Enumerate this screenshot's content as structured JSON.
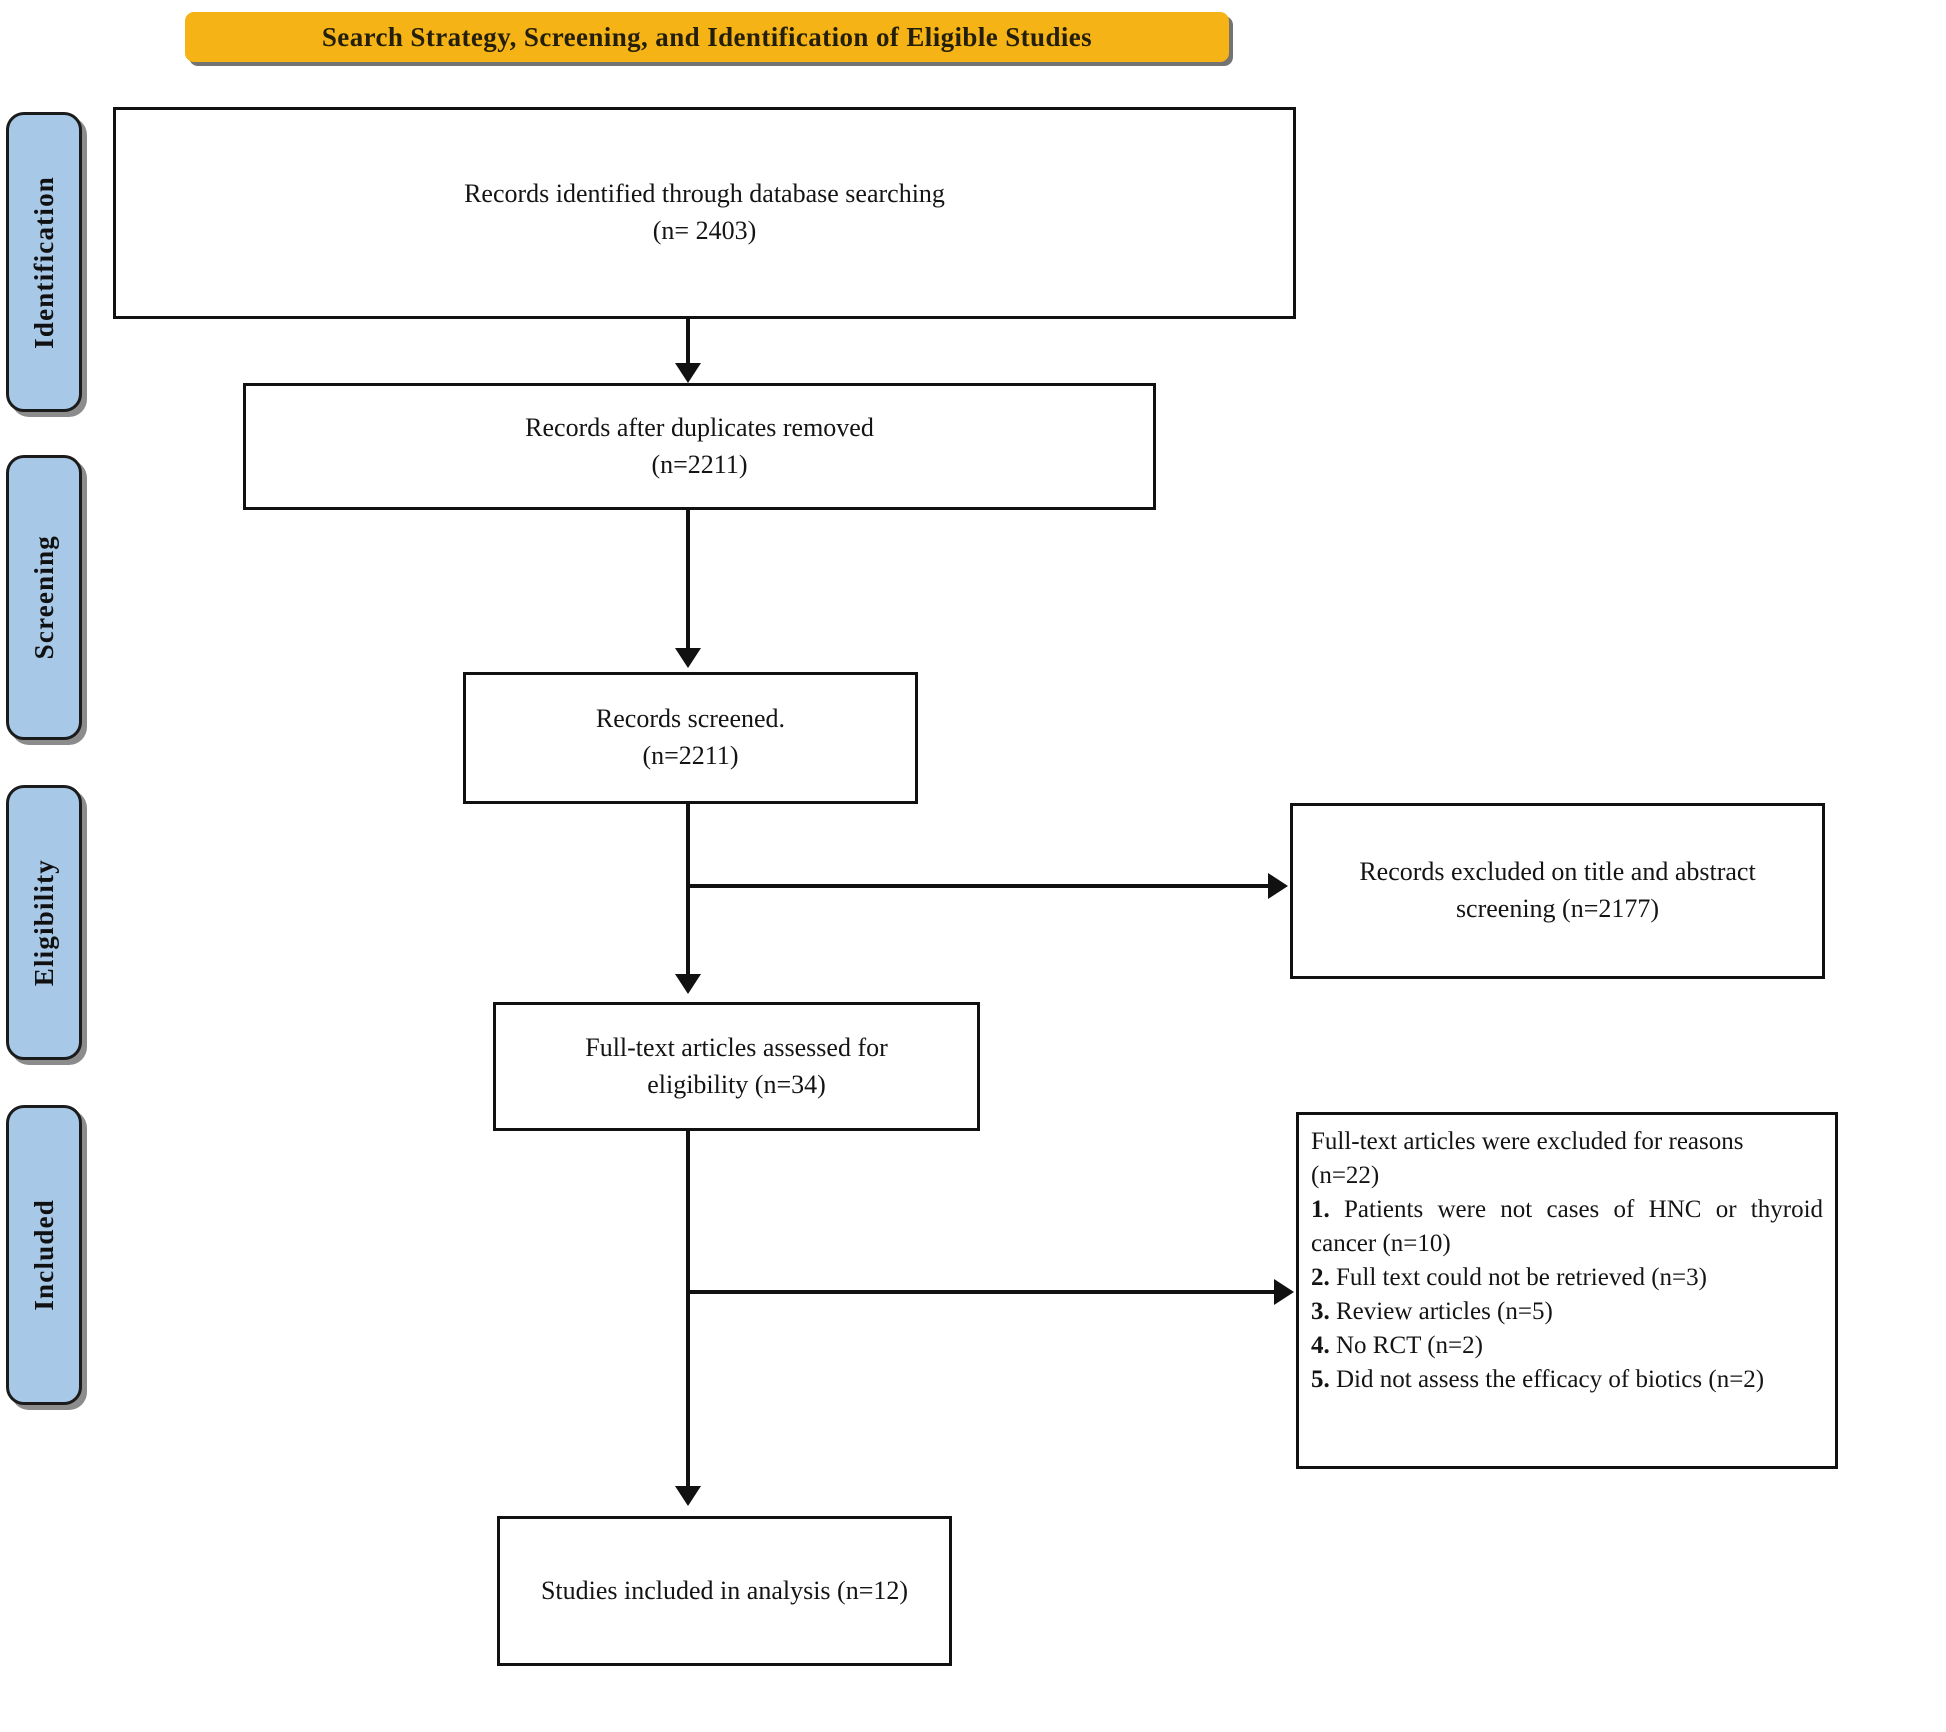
{
  "title": {
    "text": "Search Strategy, Screening, and Identification of Eligible Studies",
    "background_color": "#F5B316",
    "text_color": "#231f0a"
  },
  "stages": [
    {
      "id": "identification",
      "label": "Identification"
    },
    {
      "id": "screening",
      "label": "Screening"
    },
    {
      "id": "eligibility",
      "label": "Eligibility"
    },
    {
      "id": "included",
      "label": "Included"
    }
  ],
  "stage_style": {
    "fill_color": "#A8C8E8",
    "border_color": "#1b1b1b"
  },
  "boxes": {
    "identified": "Records identified through database searching\n(n= 2403)",
    "duplicates": "Records after duplicates removed\n(n=2211)",
    "screened": "Records screened.\n(n=2211)",
    "excluded_title_abstract": "Records excluded on title and abstract\nscreening (n=2177)",
    "fulltext_assessed": "Full-text articles assessed for\neligibility (n=34)",
    "included_final": "Studies included in analysis (n=12)"
  },
  "excluded_reasons": {
    "heading": "Full-text articles were excluded for reasons",
    "heading_count": "(n=22)",
    "items": [
      {
        "num": "1.",
        "text": "Patients were not cases of HNC or thyroid cancer (n=10)"
      },
      {
        "num": "2.",
        "text": "Full text could not be retrieved (n=3)"
      },
      {
        "num": "3.",
        "text": "Review articles (n=5)"
      },
      {
        "num": "4.",
        "text": "No RCT (n=2)"
      },
      {
        "num": "5.",
        "text": "Did not assess the efficacy of biotics (n=2)"
      }
    ]
  },
  "chart_data": {
    "type": "diagram",
    "title": "Search Strategy, Screening, and Identification of Eligible Studies",
    "flow": [
      {
        "stage": "Identification",
        "node": "Records identified through database searching",
        "n": 2403
      },
      {
        "stage": "Identification",
        "node": "Records after duplicates removed",
        "n": 2211
      },
      {
        "stage": "Screening",
        "node": "Records screened.",
        "n": 2211
      },
      {
        "stage": "Screening",
        "node": "Records excluded on title and abstract screening",
        "n": 2177,
        "branch": "exclusion"
      },
      {
        "stage": "Eligibility",
        "node": "Full-text articles assessed for eligibility",
        "n": 34
      },
      {
        "stage": "Eligibility",
        "node": "Full-text articles were excluded for reasons",
        "n": 22,
        "branch": "exclusion"
      },
      {
        "stage": "Included",
        "node": "Studies included in analysis",
        "n": 12
      }
    ]
  }
}
